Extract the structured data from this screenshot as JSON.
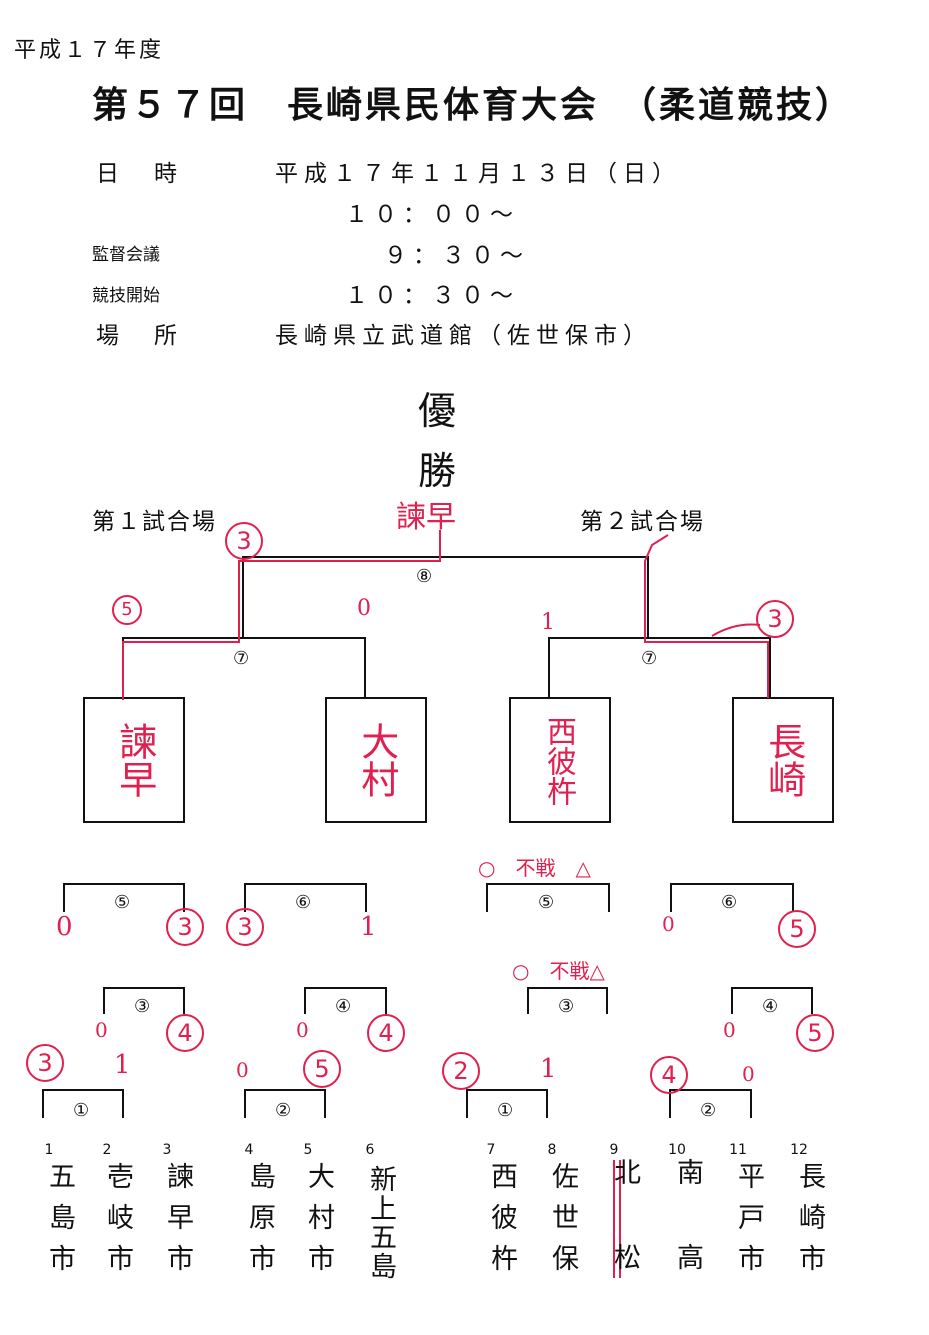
{
  "header": {
    "era": "平成１７年度",
    "title": "第５７回　長崎県民体育大会　（柔道競技）",
    "date_label": "日　時",
    "date_value": "平成１７年１１月１３日（日）",
    "time_main": "１０：００～",
    "meeting_label": "監督会議",
    "meeting_time": "９：３０～",
    "start_label": "競技開始",
    "start_time": "１０：３０～",
    "venue_label": "場　所",
    "venue_value": "長崎県立武道館（佐世保市）"
  },
  "championship": {
    "label_1": "優",
    "label_2": "勝",
    "winner": "諫早",
    "final_score_left": "3"
  },
  "venues": {
    "left": "第１試合場",
    "right": "第２試合場"
  },
  "matches": {
    "m8": "⑧",
    "m7_left": "⑦",
    "m7_right": "⑦",
    "m5_left": "⑤",
    "m6_left": "⑥",
    "m5_right": "⑤",
    "m6_right": "⑥",
    "m3_left": "③",
    "m4_left": "④",
    "m3_right": "③",
    "m4_right": "④",
    "m1_left": "①",
    "m2_left": "②",
    "m1_right": "①",
    "m2_right": "②"
  },
  "semifinalists": [
    {
      "name": "諫早"
    },
    {
      "name": "大村"
    },
    {
      "name": "西彼杵"
    },
    {
      "name": "長崎"
    }
  ],
  "scores": {
    "sf_left_a": "5",
    "sf_left_b": "0",
    "sf_right_a": "1",
    "sf_right_b": "3",
    "q5l_a": "0",
    "q5l_b": "3",
    "q6l_a": "3",
    "q6l_b": "1",
    "q5r_a": "0",
    "q5r_b": "5",
    "q3l_a": "0",
    "q3l_b": "4",
    "q4l_a": "0",
    "q4l_b": "4",
    "q4r_a": "0",
    "q4r_b": "5",
    "r1l_a": "3",
    "r1l_b": "1",
    "r2l_a": "0",
    "r2l_b": "5",
    "r1r_a": "2",
    "r1r_b": "1",
    "r2r_a": "4",
    "r2r_b": "0",
    "fusen_1": "○　不戦　△",
    "fusen_2": "○　不戦△"
  },
  "teams": [
    {
      "num": "1",
      "name": "五島市"
    },
    {
      "num": "2",
      "name": "壱岐市"
    },
    {
      "num": "3",
      "name": "諫早市"
    },
    {
      "num": "4",
      "name": "島原市"
    },
    {
      "num": "5",
      "name": "大村市"
    },
    {
      "num": "6",
      "name": "新上五島"
    },
    {
      "num": "7",
      "name": "西彼杵"
    },
    {
      "num": "8",
      "name": "佐世保"
    },
    {
      "num": "9",
      "name": "北松"
    },
    {
      "num": "10",
      "name": "南高"
    },
    {
      "num": "11",
      "name": "平戸市"
    },
    {
      "num": "12",
      "name": "長崎市"
    }
  ]
}
